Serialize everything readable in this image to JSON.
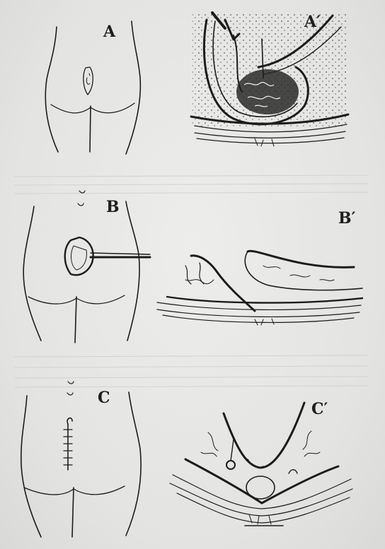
{
  "figure": {
    "panels": [
      {
        "id": "A",
        "label": "A"
      },
      {
        "id": "A-prime",
        "label": "A′"
      },
      {
        "id": "B",
        "label": "B"
      },
      {
        "id": "B-prime",
        "label": "B′"
      },
      {
        "id": "C",
        "label": "C"
      },
      {
        "id": "C-prime",
        "label": "C′"
      }
    ]
  }
}
